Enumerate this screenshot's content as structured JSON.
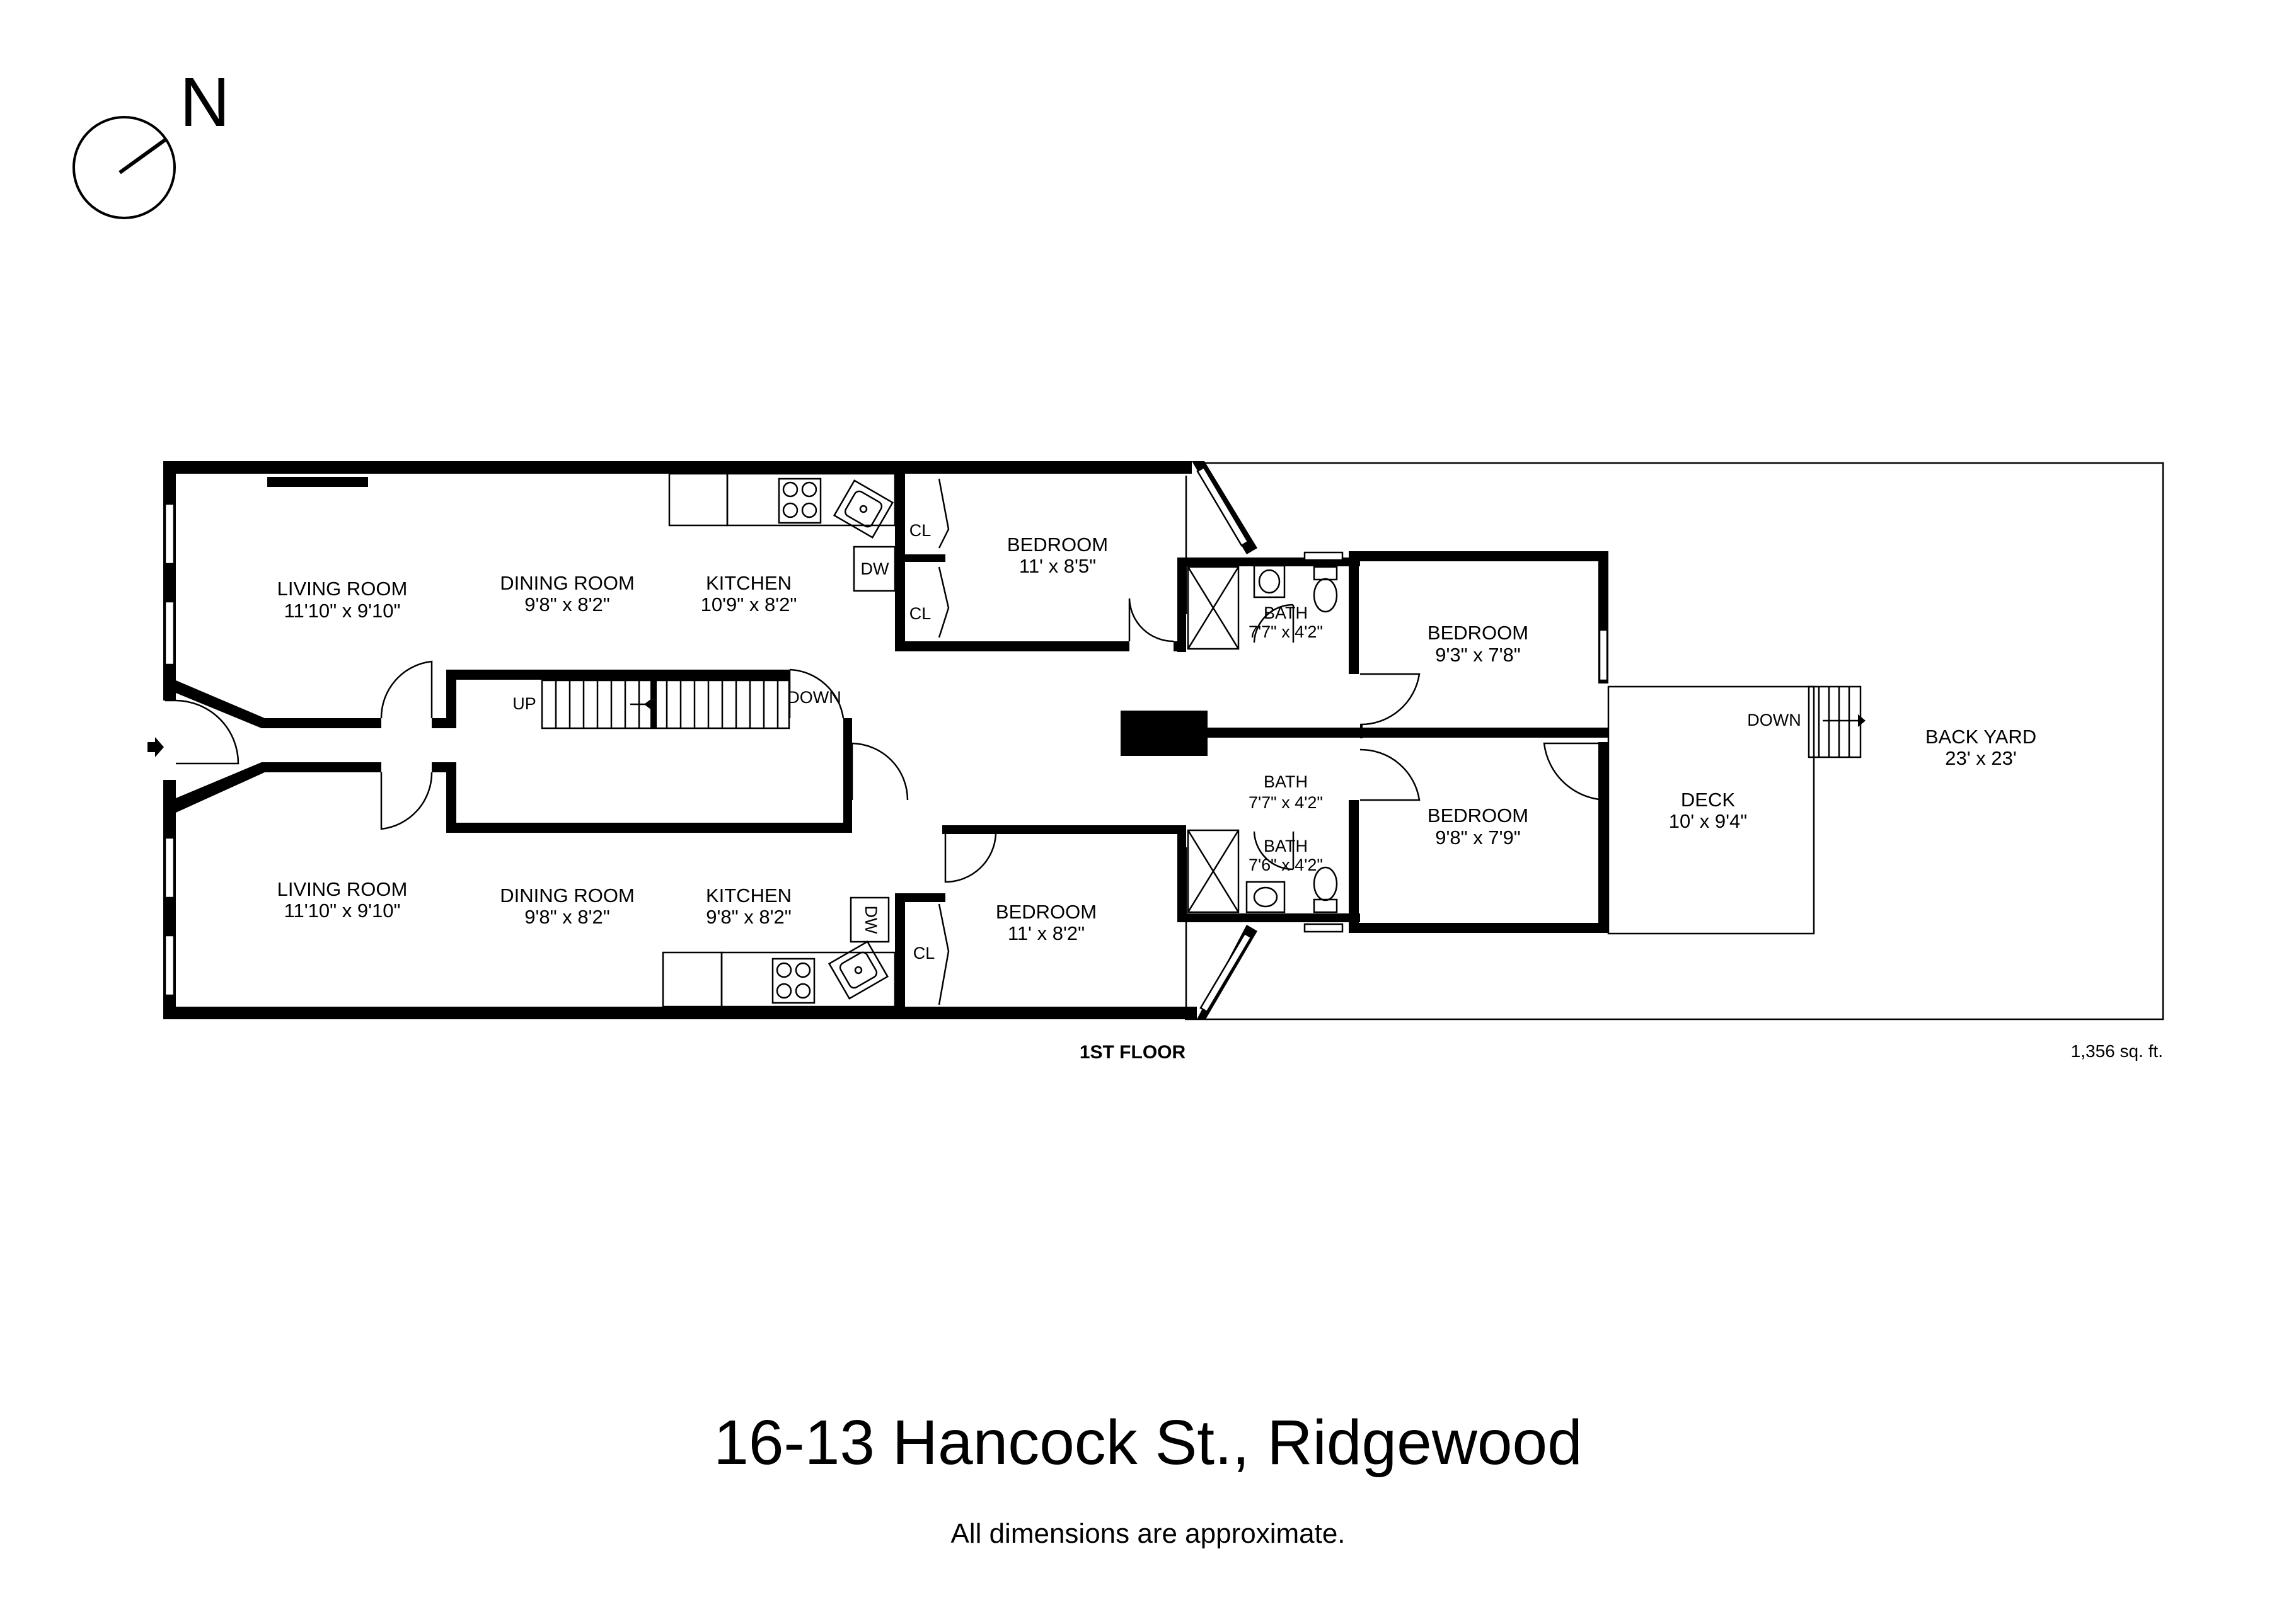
{
  "compass": {
    "label": "N"
  },
  "floor": {
    "name": "1ST FLOOR",
    "area": "1,356 sq. ft."
  },
  "rooms": {
    "living_n": {
      "name": "LIVING ROOM",
      "dim": "11'10\" x 9'10\""
    },
    "dining_n": {
      "name": "DINING ROOM",
      "dim": "9'8\" x 8'2\""
    },
    "kitchen_n": {
      "name": "KITCHEN",
      "dim": "10'9\" x 8'2\""
    },
    "bed_n": {
      "name": "BEDROOM",
      "dim": "11' x 8'5\""
    },
    "bath_n": {
      "name": "BATH",
      "dim": "7'7\" x 4'2\""
    },
    "bed_ne": {
      "name": "BEDROOM",
      "dim": "9'3\" x 7'8\""
    },
    "bath_mid": {
      "name": "BATH",
      "dim": "7'7\" x 4'2\""
    },
    "bath_s": {
      "name": "BATH",
      "dim": "7'6\" x 4'2\""
    },
    "bed_se": {
      "name": "BEDROOM",
      "dim": "9'8\" x 7'9\""
    },
    "deck": {
      "name": "DECK",
      "dim": "10' x 9'4\""
    },
    "backyard": {
      "name": "BACK YARD",
      "dim": "23' x 23'"
    },
    "living_s": {
      "name": "LIVING ROOM",
      "dim": "11'10\" x 9'10\""
    },
    "dining_s": {
      "name": "DINING ROOM",
      "dim": "9'8\" x 8'2\""
    },
    "kitchen_s": {
      "name": "KITCHEN",
      "dim": "9'8\" x 8'2\""
    },
    "bed_s": {
      "name": "BEDROOM",
      "dim": "11' x 8'2\""
    }
  },
  "fixtures": {
    "closet": "CL",
    "dishwasher": "DW",
    "stairs_up": "UP",
    "stairs_down": "DOWN",
    "deck_stairs_down": "DOWN"
  },
  "address": "16-13 Hancock St., Ridgewood",
  "disclaimer": "All dimensions are approximate."
}
